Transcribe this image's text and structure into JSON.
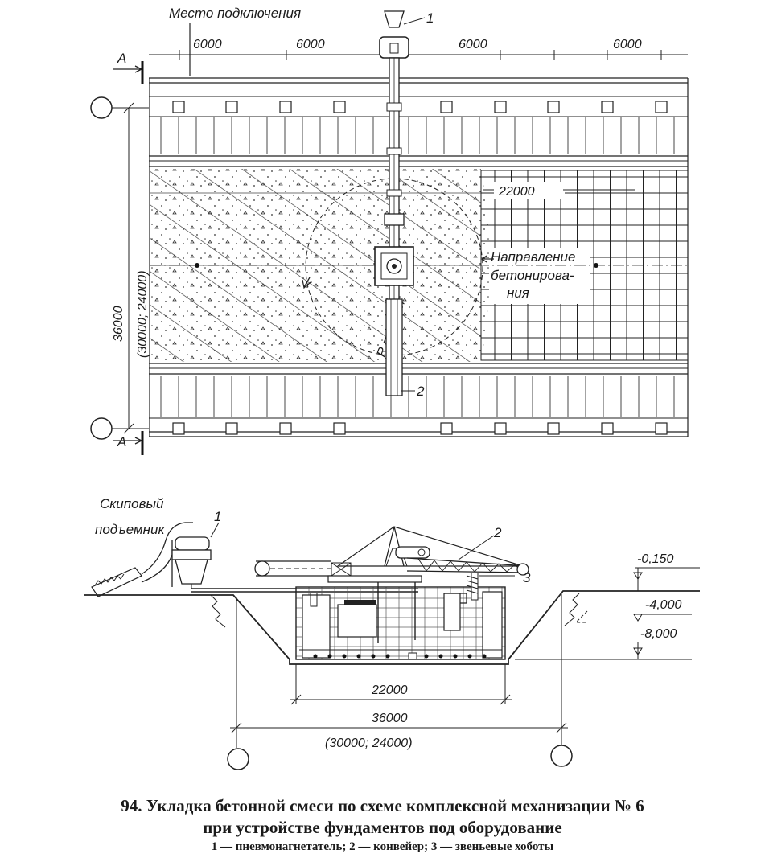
{
  "plan": {
    "connection_label": "Место подключения",
    "section_mark": "А",
    "spans": [
      "6000",
      "6000",
      "6000",
      "6000"
    ],
    "width_22000": "22000",
    "side_dim": "36000",
    "side_dim_alt": "(30000; 24000)",
    "direction_line1": "Направление",
    "direction_line2": "бетонирова-",
    "direction_line3": "ния",
    "radius": "R = 15,5М",
    "callout_1": "1",
    "callout_2": "2"
  },
  "section": {
    "skip_lift_line1": "Скиповый",
    "skip_lift_line2": "подъемник",
    "callout_1": "1",
    "callout_2": "2",
    "callout_3": "3",
    "level_1": "-0,150",
    "level_2": "-4,000",
    "level_3": "-8,000",
    "dim_22000": "22000",
    "dim_36000": "36000",
    "dim_alt": "(30000; 24000)"
  },
  "caption": {
    "title_line1": "94. Укладка бетонной смеси по схеме комплексной механизации № 6",
    "title_line2": "при устройстве фундаментов под оборудование",
    "legend": "1 — пневмонагнетатель; 2 — конвейер; 3 — звеньевые хоботы"
  }
}
